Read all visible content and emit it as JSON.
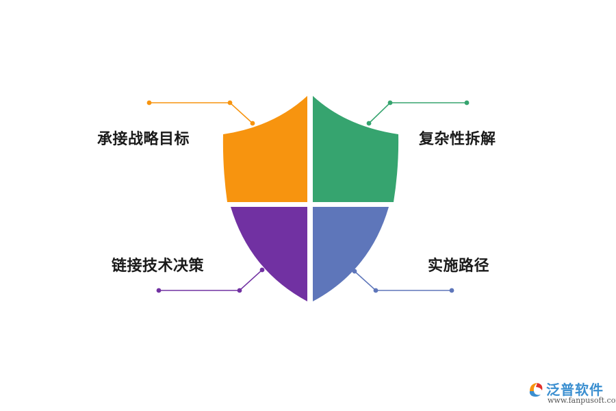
{
  "labels": {
    "top_left": "承接战略目标",
    "top_right": "复杂性拆解",
    "bottom_left": "链接技术决策",
    "bottom_right": "实施路径"
  },
  "colors": {
    "top_left": "#F7940F",
    "top_right": "#36A46F",
    "bottom_left": "#7131A2",
    "bottom_right": "#5E76BA"
  },
  "logo": {
    "name": "泛普软件",
    "url": "www.fanpusoft.com"
  }
}
